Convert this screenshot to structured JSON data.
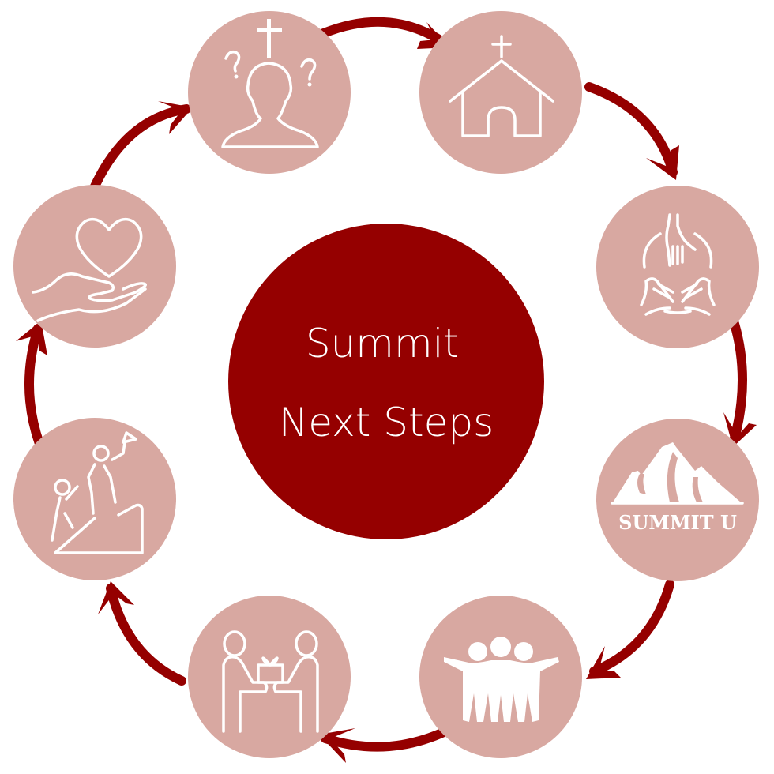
{
  "center": {
    "line1": "Summit",
    "line2": "Next Steps",
    "fill": "#950000",
    "text_color": "#ffffff"
  },
  "colors": {
    "node_fill": "#D8A8A1",
    "arrow": "#950000",
    "icon": "#ffffff",
    "background": "#ffffff"
  },
  "steps": [
    {
      "id": 1,
      "icon": "person-questioning-cross-icon"
    },
    {
      "id": 2,
      "icon": "church-icon"
    },
    {
      "id": 3,
      "icon": "hands-together-icon"
    },
    {
      "id": 4,
      "icon": "summit-u-mountain-logo",
      "label": "SUMMIT U"
    },
    {
      "id": 5,
      "icon": "group-embrace-icon"
    },
    {
      "id": 6,
      "icon": "people-giving-gift-icon"
    },
    {
      "id": 7,
      "icon": "climbing-mountain-flag-icon"
    },
    {
      "id": 8,
      "icon": "hand-holding-heart-icon"
    }
  ],
  "flow": "clockwise"
}
